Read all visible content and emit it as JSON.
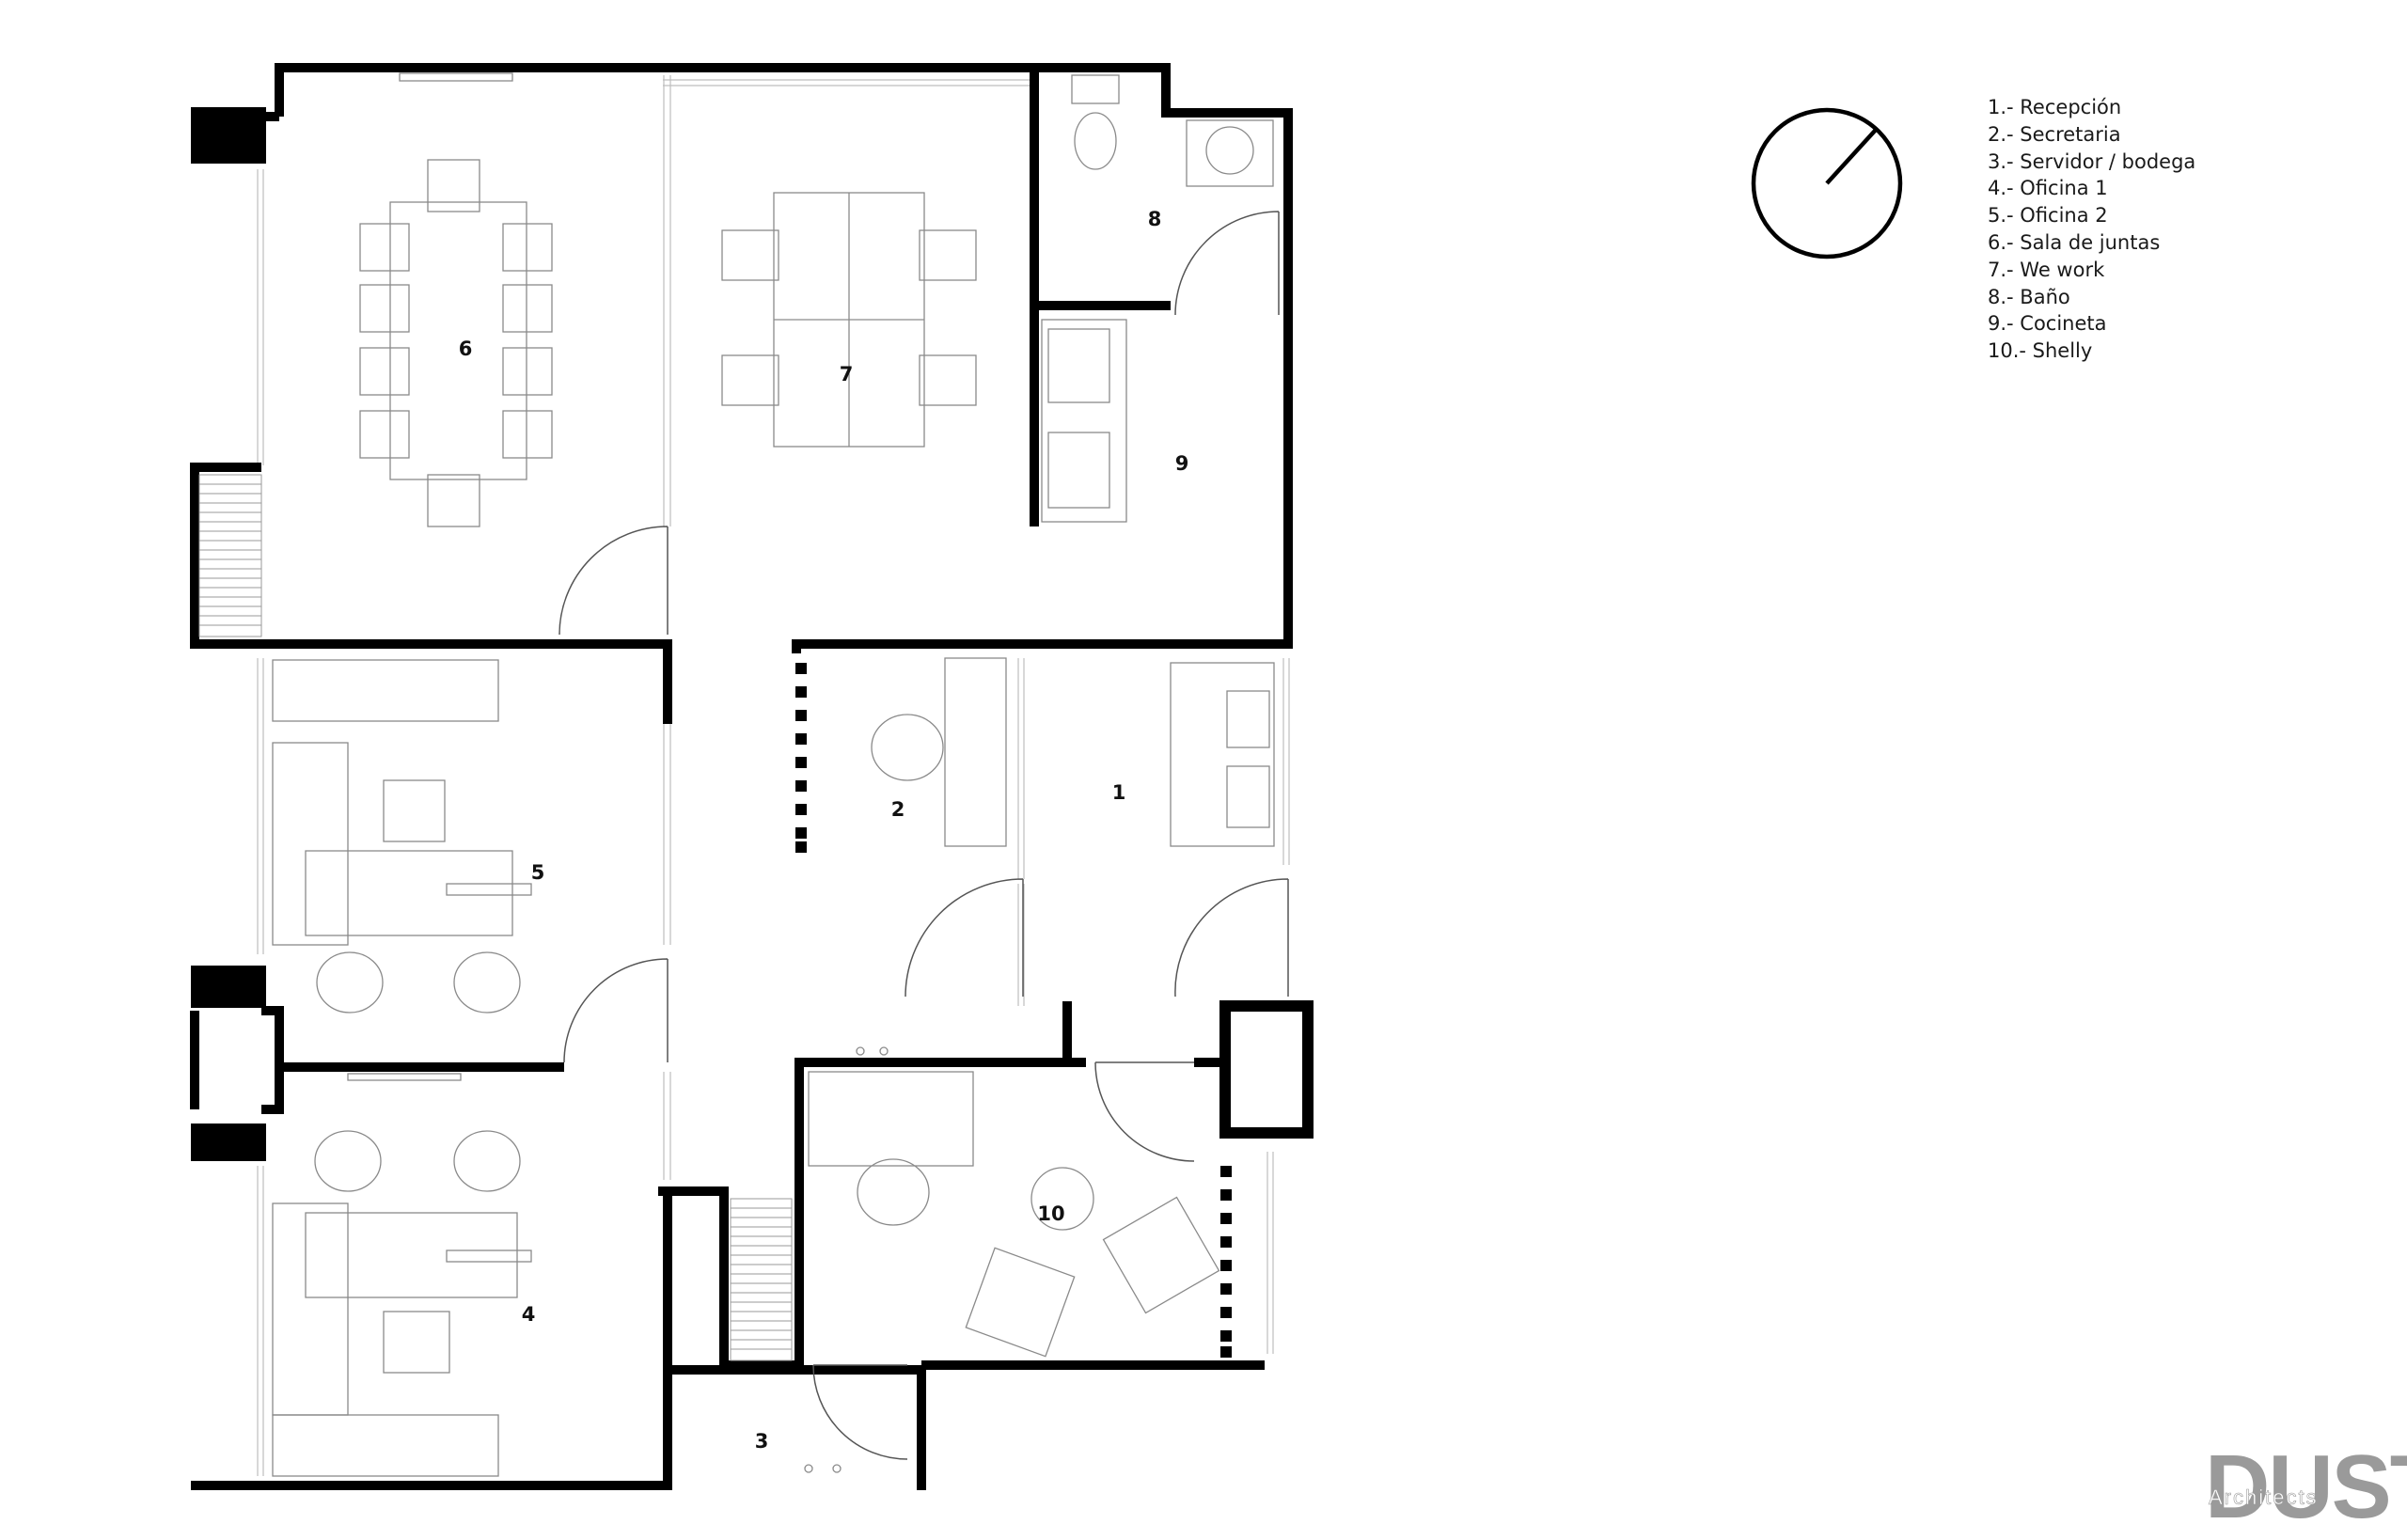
{
  "rooms": [
    {
      "id": "1",
      "label": "1"
    },
    {
      "id": "2",
      "label": "2"
    },
    {
      "id": "3",
      "label": "3"
    },
    {
      "id": "4",
      "label": "4"
    },
    {
      "id": "5",
      "label": "5"
    },
    {
      "id": "6",
      "label": "6"
    },
    {
      "id": "7",
      "label": "7"
    },
    {
      "id": "8",
      "label": "8"
    },
    {
      "id": "9",
      "label": "9"
    },
    {
      "id": "10",
      "label": "10"
    }
  ],
  "legend": [
    "1.- Recepción",
    "2.- Secretaria",
    "3.- Servidor / bodega",
    "4.- Oficina 1",
    "5.- Oficina 2",
    "6.- Sala de juntas",
    "7.- We work",
    "8.- Baño",
    "9.- Cocineta",
    "10.- Shelly"
  ],
  "logo": {
    "main": "DUST",
    "sub": "Architects"
  },
  "icons": {
    "orientation": "north-arrow-icon"
  },
  "colors": {
    "walls": "#000000",
    "furniture": "#8a8a8a",
    "logo": "#9a9a9a"
  }
}
